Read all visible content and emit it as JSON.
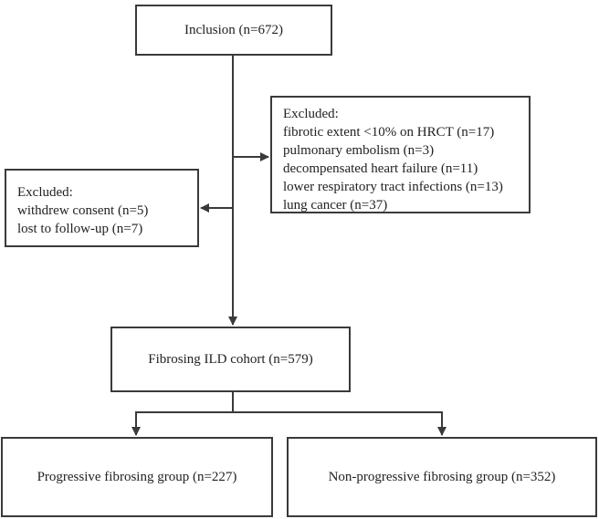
{
  "inclusion": {
    "label": "Inclusion (n=672)"
  },
  "excluded_right": {
    "title": "Excluded:",
    "items": [
      "fibrotic extent  <10% on HRCT (n=17)",
      "pulmonary embolism (n=3)",
      "decompensated heart failure (n=11)",
      "lower respiratory tract infections (n=13)",
      "lung cancer (n=37)"
    ]
  },
  "excluded_left": {
    "title": "Excluded:",
    "items": [
      "withdrew consent (n=5)",
      "lost to follow-up (n=7)"
    ]
  },
  "cohort": {
    "label": "Fibrosing ILD cohort (n=579)"
  },
  "groups": {
    "progressive": "Progressive fibrosing group (n=227)",
    "non_progressive": "Non-progressive fibrosing group (n=352)"
  },
  "colors": {
    "line": "#3a3a3a",
    "text": "#222222",
    "background": "#ffffff"
  }
}
